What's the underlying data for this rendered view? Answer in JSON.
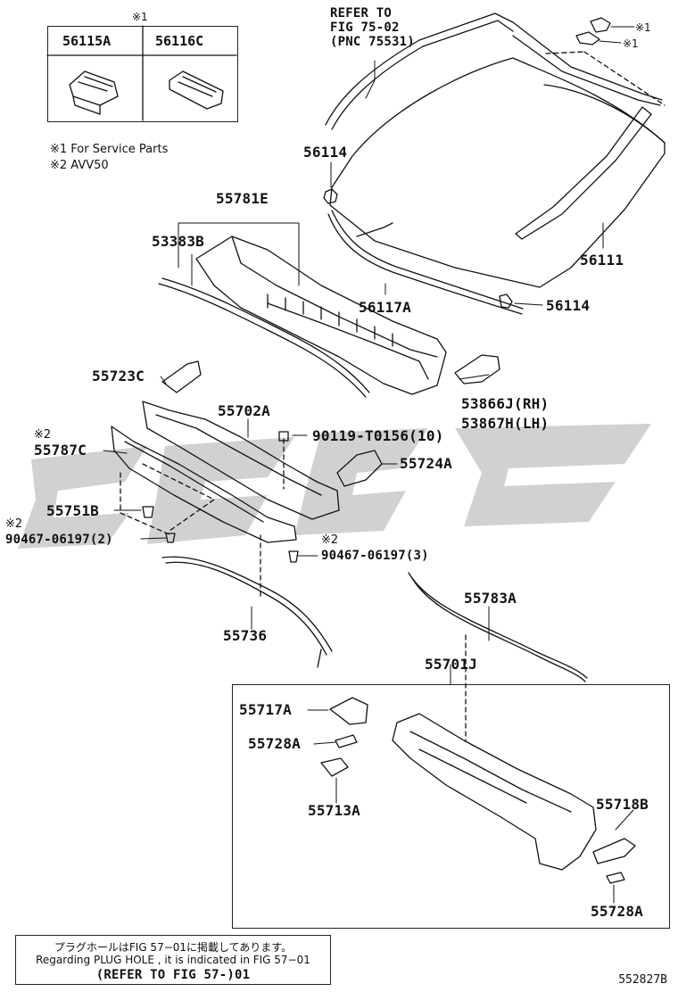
{
  "legend": {
    "header_mark": "※1",
    "parts": [
      "56115A",
      "56116C"
    ],
    "notes": [
      "※1 For Service Parts",
      "※2 AVV50"
    ]
  },
  "refer_windshield": [
    "REFER TO",
    "FIG 75-02",
    "(PNC 75531)"
  ],
  "marks": {
    "service_1": "※1",
    "service_2": "※1"
  },
  "labels": {
    "p56114_top": "56114",
    "p56114_bottom": "56114",
    "p56111": "56111",
    "p56117A": "56117A",
    "p55781E": "55781E",
    "p53383B": "53383B",
    "p55723C": "55723C",
    "p53866J": "53866J(RH)",
    "p53867H": "53867H(LH)",
    "p55702A": "55702A",
    "p90119": "90119-T0156(10)",
    "p55724A": "55724A",
    "p55787C_mark": "※2",
    "p55787C": "55787C",
    "p55751B": "55751B",
    "p90467_left_mark": "※2",
    "p90467_left": "90467-06197(2)",
    "p90467_right_mark": "※2",
    "p90467_right": "90467-06197(3)",
    "p55783A": "55783A",
    "p55736": "55736",
    "p55701J": "55701J",
    "p55717A": "55717A",
    "p55728A_top": "55728A",
    "p55713A": "55713A",
    "p55718B": "55718B",
    "p55728A_bottom": "55728A"
  },
  "footer": {
    "line_jp": "プラグホールはFIG 57−01に掲載してあります。",
    "line_en": "Regarding PLUG HOLE , it is indicated in FIG 57−01",
    "line_ref": "(REFER TO FIG 57-)01"
  },
  "doc_id": "552827B"
}
